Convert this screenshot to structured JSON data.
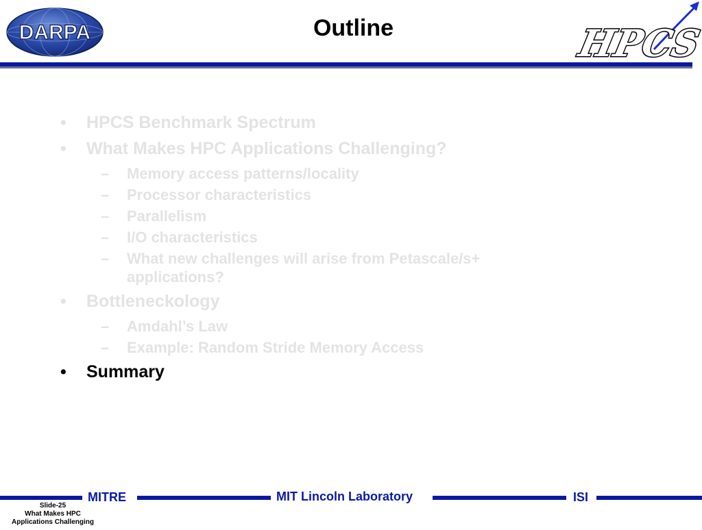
{
  "header": {
    "title": "Outline",
    "darpa_logo_text": "DARPA",
    "hpcs_logo_text": "HPCS"
  },
  "outline": {
    "items": [
      {
        "label": "HPCS Benchmark Spectrum",
        "bullet": "•",
        "state": "dim"
      },
      {
        "label": "What Makes HPC Applications Challenging?",
        "bullet": "•",
        "state": "dim",
        "subitems": [
          {
            "label": "Memory access patterns/locality",
            "bullet": "–"
          },
          {
            "label": "Processor characteristics",
            "bullet": "–"
          },
          {
            "label": "Parallelism",
            "bullet": "–"
          },
          {
            "label": "I/O characteristics",
            "bullet": "–"
          },
          {
            "label": "What new challenges will arise from Petascale/s+ applications?",
            "bullet": "–"
          }
        ]
      },
      {
        "label": "Bottleneckology",
        "bullet": "•",
        "state": "dim",
        "subitems": [
          {
            "label": "Amdahl’s Law",
            "bullet": "–"
          },
          {
            "label": "Example: Random Stride Memory Access",
            "bullet": "–"
          }
        ]
      },
      {
        "label": "Summary",
        "bullet": "•",
        "state": "active"
      }
    ]
  },
  "footer": {
    "left": "MITRE",
    "center": "MIT Lincoln Laboratory",
    "right": "ISI",
    "slide_number": "Slide-25",
    "slide_title_line1": "What Makes HPC",
    "slide_title_line2": "Applications Challenging"
  },
  "colors": {
    "accent_blue": "#0a1aa0",
    "dim_text": "#e3e3e3",
    "active_text": "#000000",
    "darpa_blue": "#1f3f9a"
  }
}
